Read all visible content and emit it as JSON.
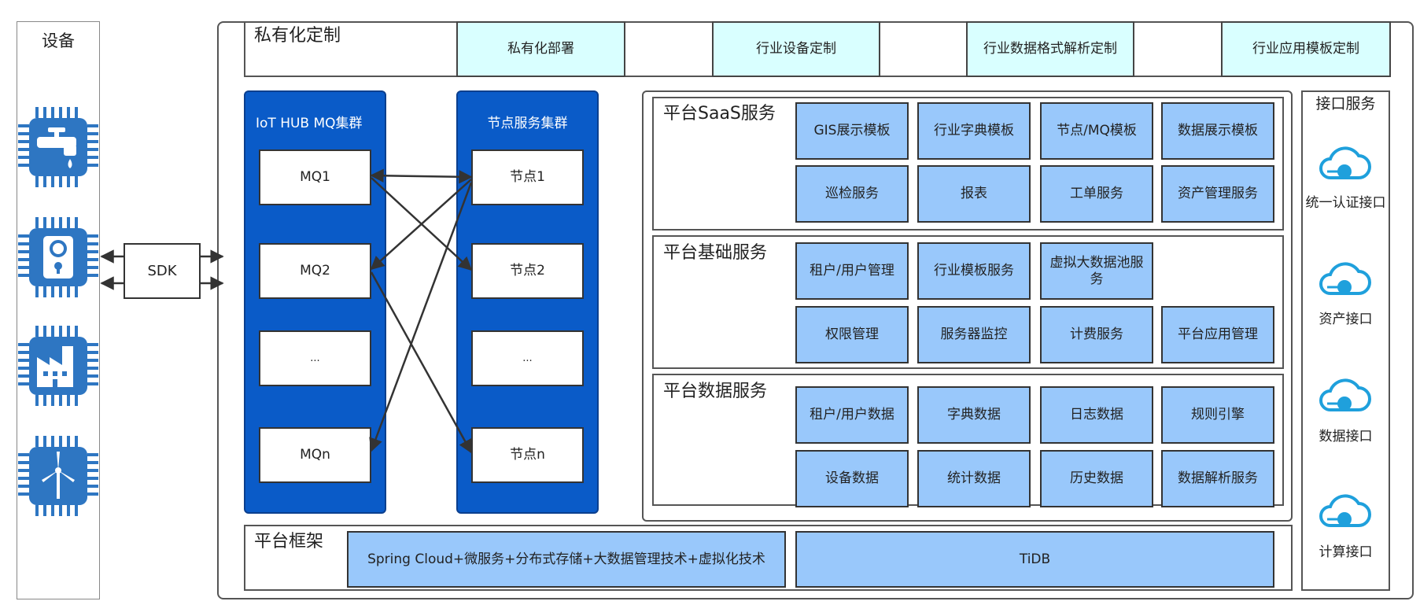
{
  "devices": {
    "title": "设备",
    "icons": [
      "water-tap-device-icon",
      "meter-device-icon",
      "factory-device-icon",
      "wind-turbine-device-icon"
    ],
    "icon_color": "#2e76c2"
  },
  "sdk": {
    "label": "SDK"
  },
  "private": {
    "title": "私有化定制",
    "items": [
      "私有化部署",
      "行业设备定制",
      "行业数据格式解析定制",
      "行业应用模板定制"
    ]
  },
  "iot_cluster": {
    "title": "IoT HUB MQ集群",
    "nodes": [
      "MQ1",
      "MQ2",
      "...",
      "MQn"
    ]
  },
  "node_cluster": {
    "title": "节点服务集群",
    "nodes": [
      "节点1",
      "节点2",
      "...",
      "节点n"
    ]
  },
  "saas": {
    "title": "平台SaaS服务",
    "items": [
      "GIS展示模板",
      "行业字典模板",
      "节点/MQ模板",
      "数据展示模板",
      "巡检服务",
      "报表",
      "工单服务",
      "资产管理服务"
    ]
  },
  "base": {
    "title": "平台基础服务",
    "items": [
      "租户/用户管理",
      "行业模板服务",
      "虚拟大数据池服务",
      "权限管理",
      "服务器监控",
      "计费服务",
      "平台应用管理"
    ]
  },
  "data": {
    "title": "平台数据服务",
    "items": [
      "租户/用户数据",
      "字典数据",
      "日志数据",
      "规则引擎",
      "设备数据",
      "统计数据",
      "历史数据",
      "数据解析服务"
    ]
  },
  "framework": {
    "title": "平台框架",
    "items": [
      "Spring Cloud+微服务+分布式存储+大数据管理技术+虚拟化技术",
      "TiDB"
    ]
  },
  "interfaces": {
    "title": "接口服务",
    "items": [
      "统一认证接口",
      "资产接口",
      "数据接口",
      "计算接口"
    ],
    "icon_color": "#1fa0dc"
  },
  "colors": {
    "cluster_blue": "#0a5bc8",
    "service_blue": "#99c8fb",
    "custom_cyan": "#d9ffff"
  }
}
